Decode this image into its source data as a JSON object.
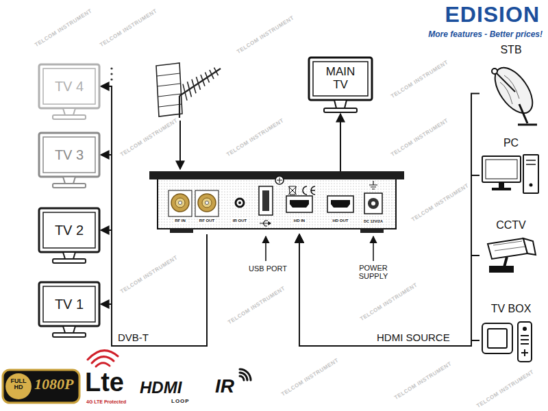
{
  "diagram": {
    "nodes": [
      {
        "text": [
          "TV 4"
        ]
      },
      {
        "text": [
          "TV 3"
        ]
      },
      {
        "text": [
          "TV 2"
        ]
      },
      {
        "text": [
          "TV 1"
        ]
      },
      {
        "text": [
          "MAIN TV"
        ]
      },
      {
        "text": [
          "RF IN",
          "RF OUT",
          "IR OUT",
          "HD IN",
          "HD OUT",
          "DC 12V/2A"
        ]
      },
      {
        "text": [
          "STB"
        ]
      },
      {
        "text": [
          "PC"
        ]
      },
      {
        "text": [
          "CCTV"
        ]
      },
      {
        "text": [
          "TV BOX"
        ]
      }
    ],
    "edges": [
      {
        "from": 5,
        "to": 4,
        "arrow": "to"
      },
      {
        "from": 5,
        "to": 3,
        "arrow": "to",
        "label": "DVB-T"
      },
      {
        "from": 5,
        "to": 2,
        "arrow": "to"
      },
      {
        "from": 5,
        "to": 1,
        "arrow": "to"
      },
      {
        "from": 5,
        "to": 0,
        "arrow": "to"
      },
      {
        "from": 6,
        "to": 5,
        "arrow": "to"
      },
      {
        "from": 7,
        "to": 5,
        "arrow": "to"
      },
      {
        "from": 8,
        "to": 5,
        "arrow": "to"
      },
      {
        "from": 9,
        "to": 5,
        "arrow": "to",
        "label": "HDMI SOURCE"
      }
    ],
    "labels": [
      "EDISION",
      "More features - Better prices!",
      "USB PORT",
      "POWER SUPPLY",
      "FULL HD",
      "1080P",
      "Lte",
      "4G LTE Protected",
      "HDMI",
      "LOOP",
      "IR",
      "TELCOM INSTRUMENT",
      "TELCOM INSTRUMENT",
      "TELCOM INSTRUMENT",
      "TELCOM INSTRUMENT",
      "TELCOM INSTRUMENT",
      "TELCOM INSTRUMENT",
      "TELCOM INSTRUMENT",
      "TELCOM INSTRUMENT",
      "TELCOM INSTRUMENT",
      "TELCOM INSTRUMENT",
      "TELCOM INSTRUMENT",
      "TELCOM INSTRUMENT",
      "TELCOM INSTRUMENT",
      "TELCOM INSTRUMENT"
    ]
  }
}
